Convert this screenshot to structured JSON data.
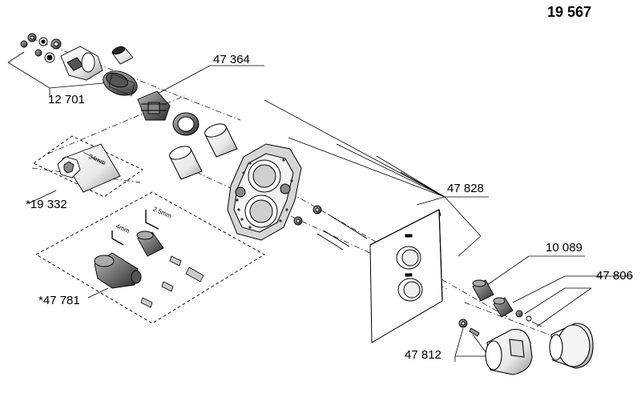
{
  "title_number": "19 567",
  "part_labels": {
    "p_12701": "12 701",
    "p_47364": "47 364",
    "p_19332": "*19 332",
    "p_47828": "47 828",
    "p_47781": "*47 781",
    "p_10089": "10 089",
    "p_47806": "47 806",
    "p_47812": "47 812"
  },
  "dimension_labels": {
    "d_34mm": "34mm",
    "d_25mm": "2.5mm",
    "d_4mm": "4mm"
  }
}
